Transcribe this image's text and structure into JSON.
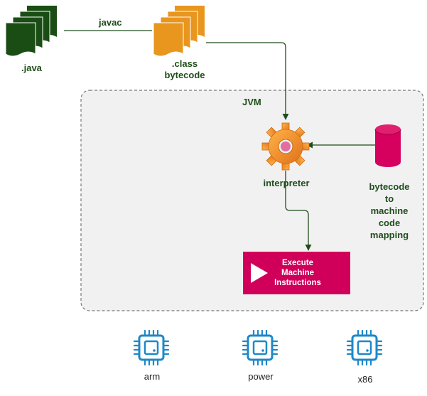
{
  "source": {
    "label": ".java",
    "color": "#1a4d14"
  },
  "compile_edge": {
    "label": "javac"
  },
  "bytecode": {
    "label_line1": ".class",
    "label_line2": "bytecode",
    "color": "#e8961e"
  },
  "jvm": {
    "label": "JVM"
  },
  "interpreter": {
    "label": "interpreter",
    "icon": "gear-icon"
  },
  "mapping": {
    "line1": "bytecode",
    "line2": "to",
    "line3": "machine",
    "line4": "code",
    "line5": "mapping",
    "color": "#d6005e"
  },
  "execute": {
    "line1": "Execute",
    "line2": "Machine",
    "line3": "Instructions",
    "color": "#d0005a"
  },
  "cpus": [
    {
      "label": "arm",
      "icon": "cpu-icon"
    },
    {
      "label": "power",
      "icon": "cpu-icon"
    },
    {
      "label": "x86",
      "icon": "cpu-icon"
    }
  ],
  "colors": {
    "edge": "#1f4d1a",
    "cpu": "#1e88c8",
    "jvm_fill": "#f1f1f1",
    "jvm_border": "#777777"
  }
}
